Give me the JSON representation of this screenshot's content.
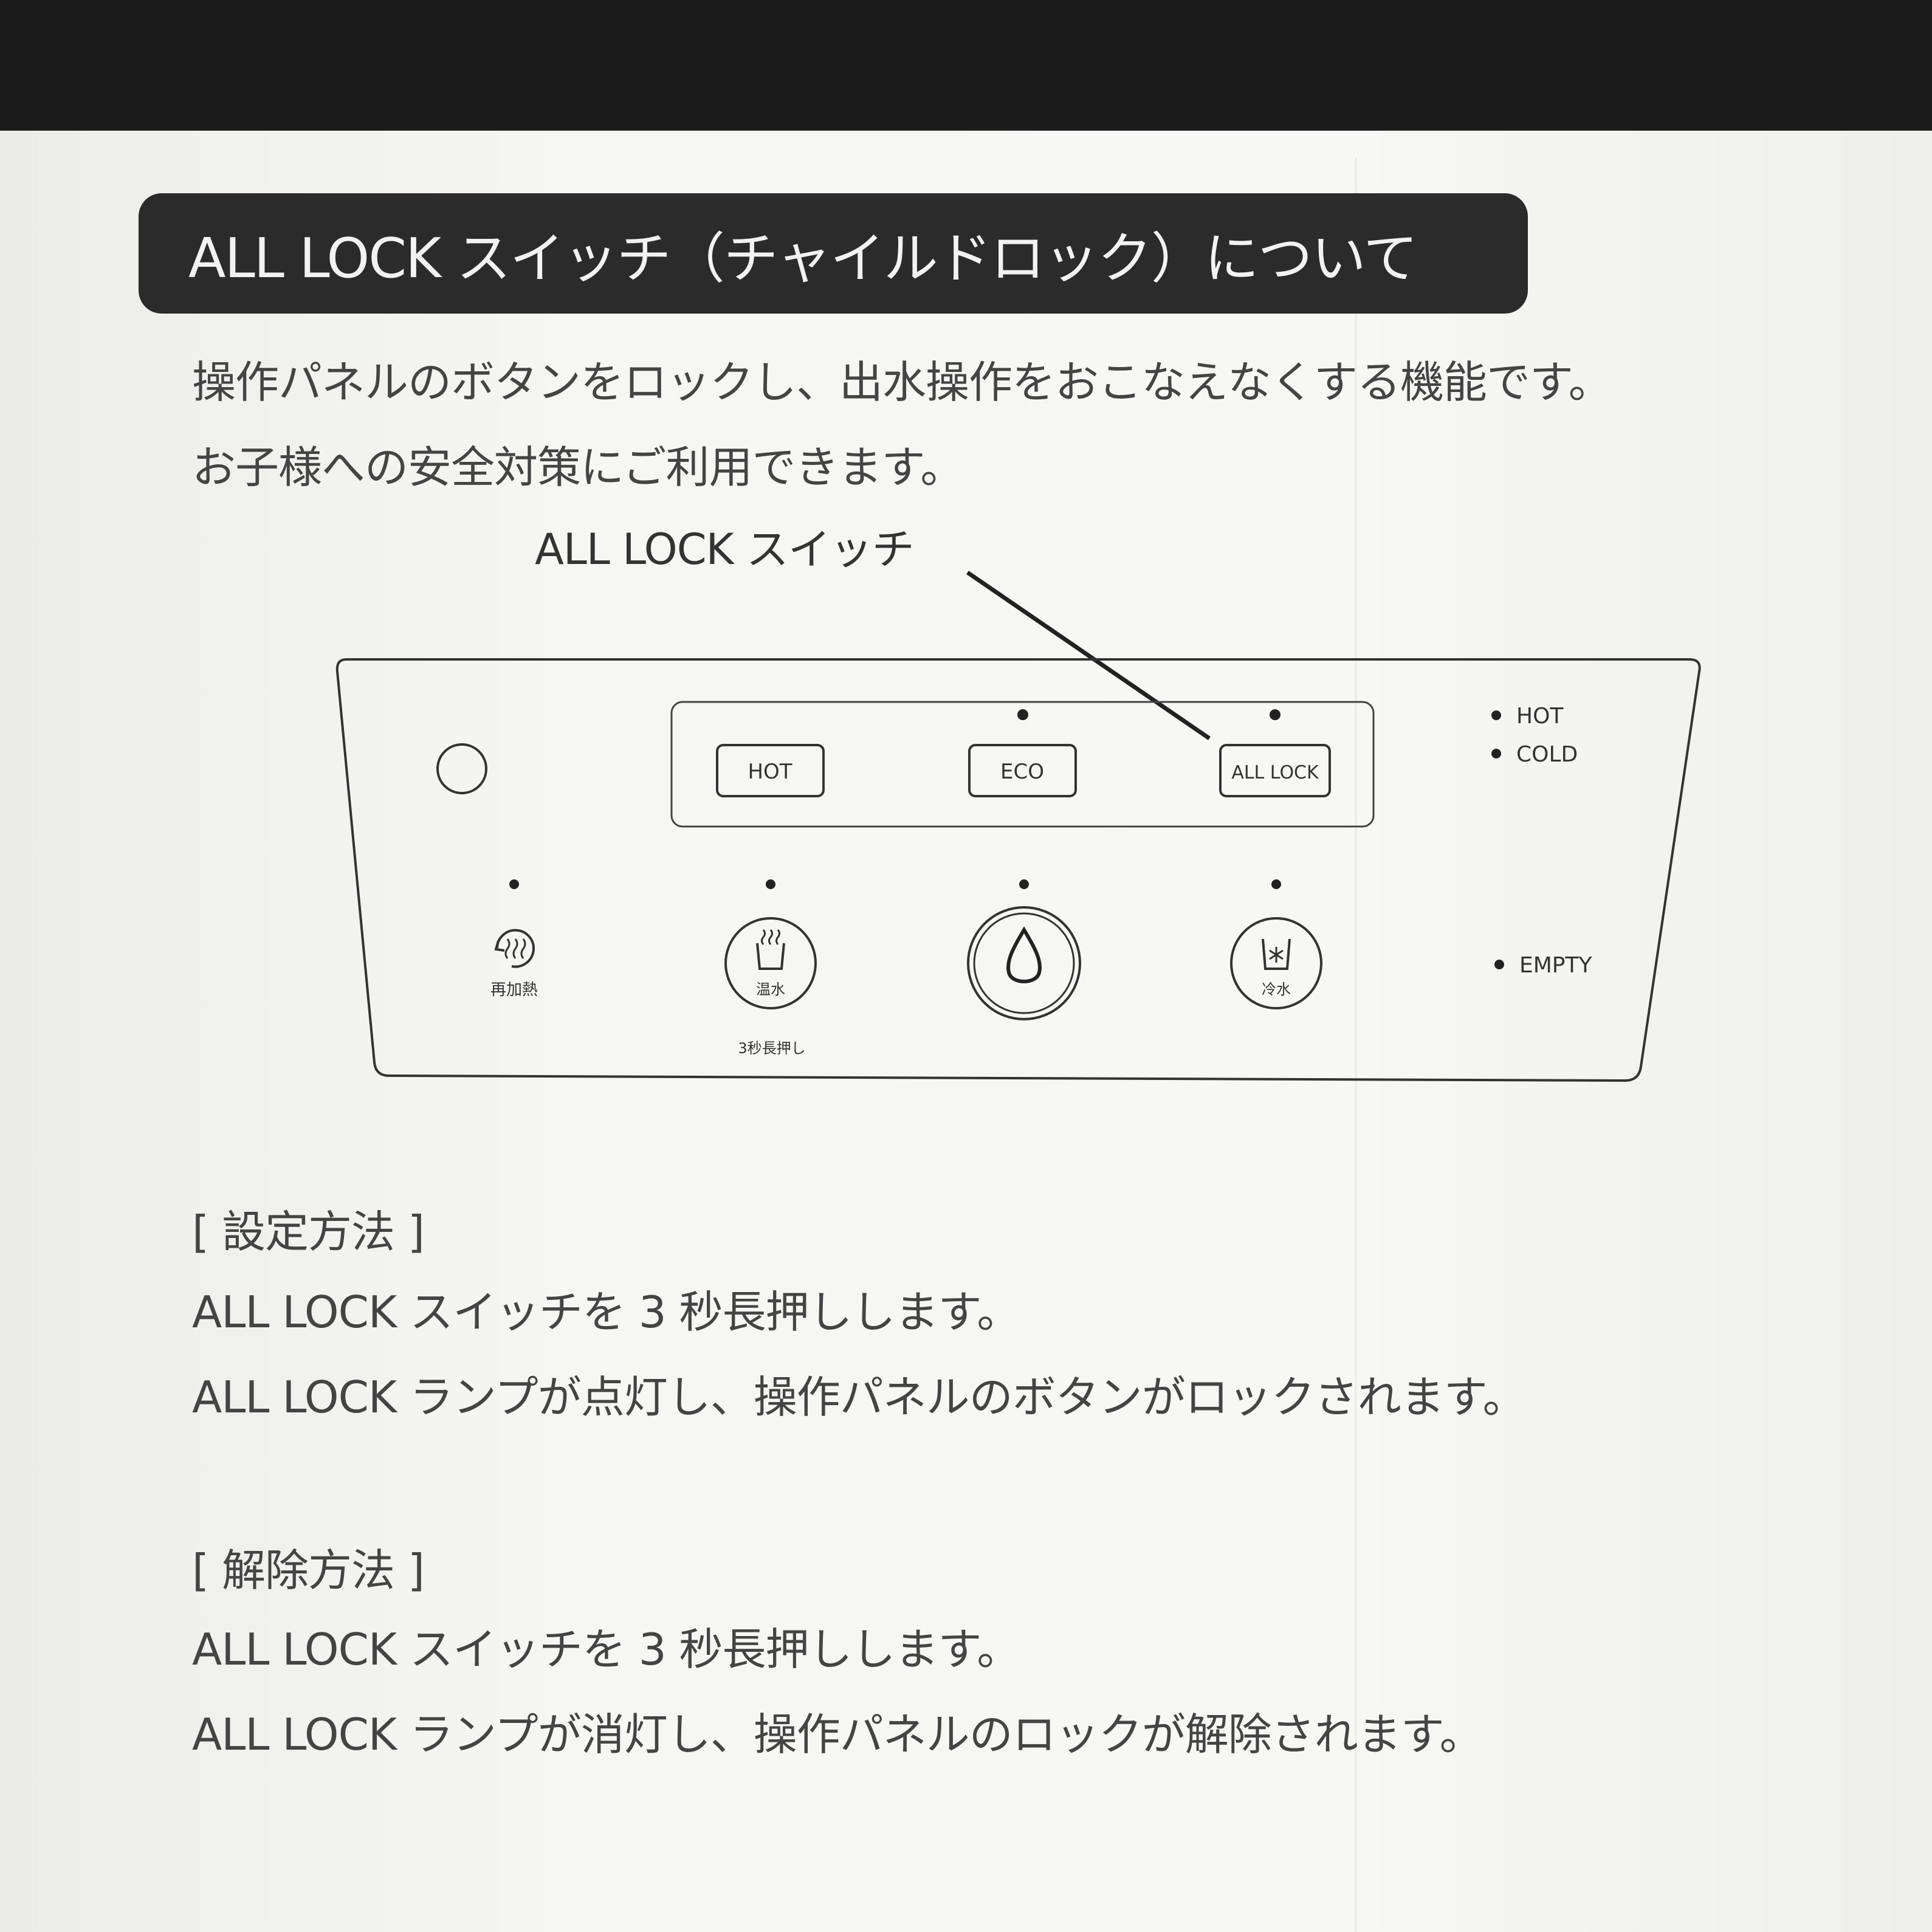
{
  "title": "ALL LOCK スイッチ（チャイルドロック）について",
  "intro": [
    "操作パネルのボタンをロックし、出水操作をおこなえなくする機能です。",
    "お子様への安全対策にご利用できます。"
  ],
  "callout_label": "ALL LOCK スイッチ",
  "panel": {
    "buttons": {
      "hot": "HOT",
      "eco": "ECO",
      "all_lock": "ALL LOCK"
    },
    "status": {
      "hot": "HOT",
      "cold": "COLD",
      "empty": "EMPTY"
    },
    "reheat_label": "再加熱",
    "warm_label": "温水",
    "warm_note": "3秒長押し",
    "cold_label": "冷水"
  },
  "setting": {
    "heading": "[ 設定方法 ]",
    "lines": [
      "ALL LOCK スイッチを 3 秒長押しします。",
      "ALL LOCK ランプが点灯し、操作パネルのボタンがロックされます。"
    ]
  },
  "release": {
    "heading": "[ 解除方法 ]",
    "lines": [
      "ALL LOCK スイッチを 3 秒長押しします。",
      "ALL LOCK ランプが消灯し、操作パネルのロックが解除されます。"
    ]
  }
}
